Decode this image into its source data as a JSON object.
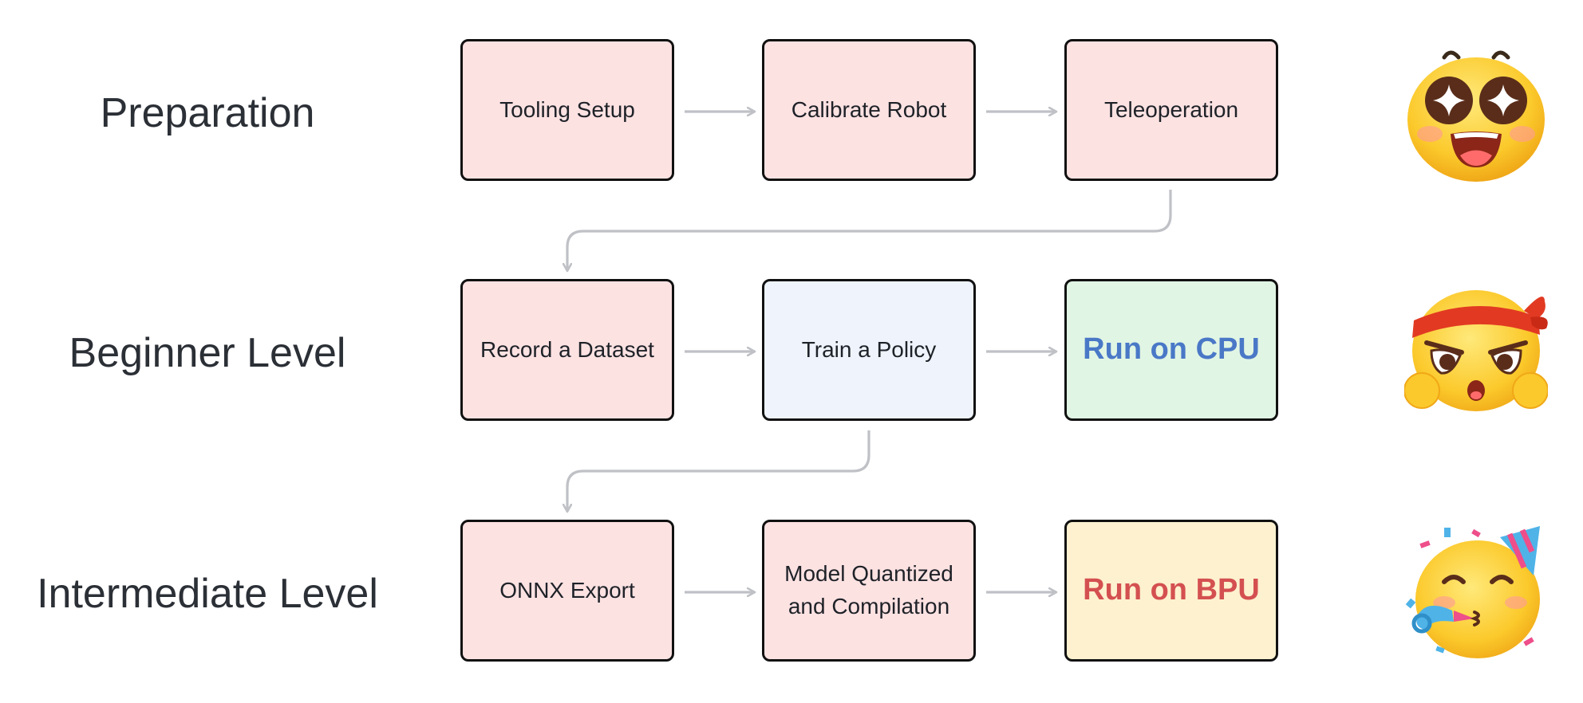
{
  "rows": [
    {
      "label": "Preparation",
      "steps": [
        {
          "text": "Tooling Setup"
        },
        {
          "text": "Calibrate Robot"
        },
        {
          "text": "Teleoperation"
        }
      ]
    },
    {
      "label": "Beginner Level",
      "steps": [
        {
          "text": "Record a Dataset"
        },
        {
          "text": "Train a Policy"
        },
        {
          "text": "Run on CPU"
        }
      ]
    },
    {
      "label": "Intermediate Level",
      "steps": [
        {
          "text": "ONNX Export"
        },
        {
          "text": "Model Quantized\nand Compilation"
        },
        {
          "text": "Run on BPU"
        }
      ]
    }
  ],
  "colors": {
    "pink_box": "#fde2e2",
    "blue_box": "#eef3fc",
    "green_box": "#e1f5e4",
    "yellow_box": "#fdf1cf",
    "cpu_text": "#4a78c7",
    "bpu_text": "#d45050",
    "arrow": "#bfc1c6",
    "border": "#111111"
  },
  "icons": [
    "star-struck-emoji-icon",
    "determined-headband-emoji-icon",
    "party-emoji-icon"
  ]
}
